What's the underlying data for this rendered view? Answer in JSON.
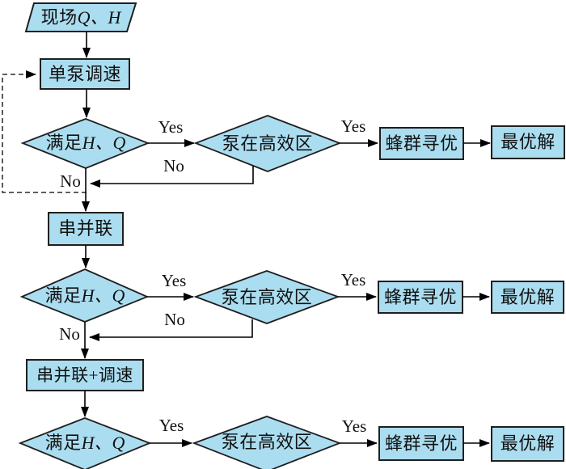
{
  "colors": {
    "node_fill": "#abddf0",
    "node_stroke": "#1f1f1f",
    "line": "#000000",
    "background": "#ffffff"
  },
  "nodes": {
    "start": {
      "prefix": "现场",
      "math": "Q、H"
    },
    "single_pump_speed": "单泵调速",
    "check_hq": {
      "prefix": "满足",
      "math": "H、Q"
    },
    "pump_high_eff": "泵在高效区",
    "bee_swarm": "蜂群寻优",
    "optimal": "最优解",
    "series_parallel": "串并联",
    "series_parallel_speed": "串并联+调速"
  },
  "edge_labels": {
    "yes": "Yes",
    "no": "No"
  }
}
